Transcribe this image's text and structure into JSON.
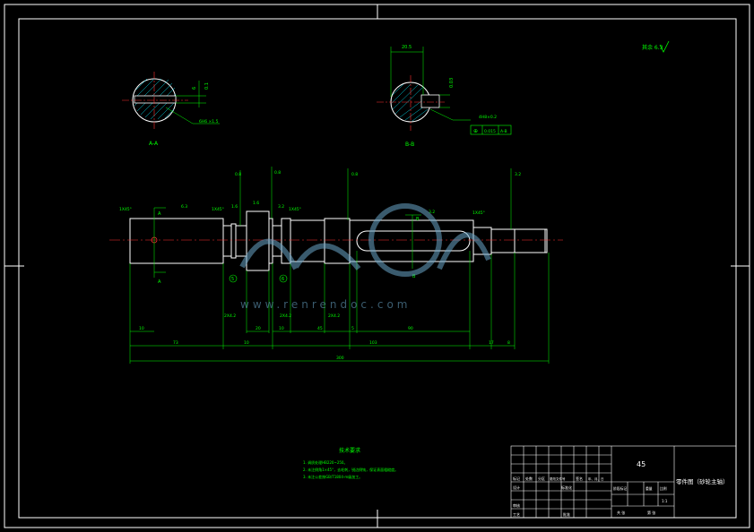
{
  "drawing": {
    "colors": {
      "background": "#000000",
      "border": "#ffffff",
      "outline": "#ffffff",
      "dimension": "#00ff00",
      "centerline": "#ff3030",
      "hatch": "#00cfe0",
      "watermark": "#6aa6c8"
    },
    "surface_finish_note": "其余 6.3",
    "sections": [
      {
        "label": "A-A",
        "dim_a": "6",
        "dim_b": "0.1",
        "leader": "6H6 ×1.5"
      },
      {
        "label": "B-B",
        "dim_a": "20.5",
        "dim_b": "0.03",
        "leader": "4H8×0.2",
        "tolerance": [
          "⊕",
          "0.015",
          "A-B"
        ]
      }
    ],
    "annotations": {
      "chamfers": [
        "1X45°",
        "1X45°",
        "1X45°",
        "1X45°"
      ],
      "datums": [
        "A",
        "B"
      ],
      "section_labels": [
        "A",
        "B"
      ],
      "roughness": [
        "6.3",
        "1.6",
        "1.6",
        "3.2",
        "0.8",
        "0.8",
        "0.8",
        "3.2",
        "3.2"
      ],
      "balloon": [
        "5",
        "6"
      ],
      "grooves": [
        "2X4.2",
        "2X4.2",
        "2X4.2"
      ]
    },
    "dimensions": {
      "segments": [
        "10",
        "73",
        "10",
        "20",
        "10",
        "45",
        "5",
        "90",
        "17",
        "8"
      ],
      "overall": "300",
      "sub_total": "103"
    },
    "tech_requirements": {
      "title": "技术要求",
      "lines": [
        "1. 调质处理HB220~250。",
        "2. 未注倒角1×45°，去毛刺，锐边倒钝，保证表面粗糙度。",
        "3. 未注公差按GB/T1804-m级加工。"
      ]
    },
    "title_block": {
      "material": "45",
      "part_name": "零件图（砂轮主轴）",
      "scale": "1:1",
      "row_headers": [
        "标记",
        "处数",
        "分区",
        "更改文件号",
        "签名",
        "年、月、日"
      ],
      "roles": [
        "设计",
        "审核",
        "工艺"
      ],
      "standardization": "标准化",
      "approve": "批准",
      "stage_headers": [
        "阶段标记",
        "重量",
        "比例"
      ],
      "sheet_info": [
        "共 张",
        "第 张"
      ]
    },
    "watermark": {
      "text": "www.renrendoc.com"
    }
  }
}
